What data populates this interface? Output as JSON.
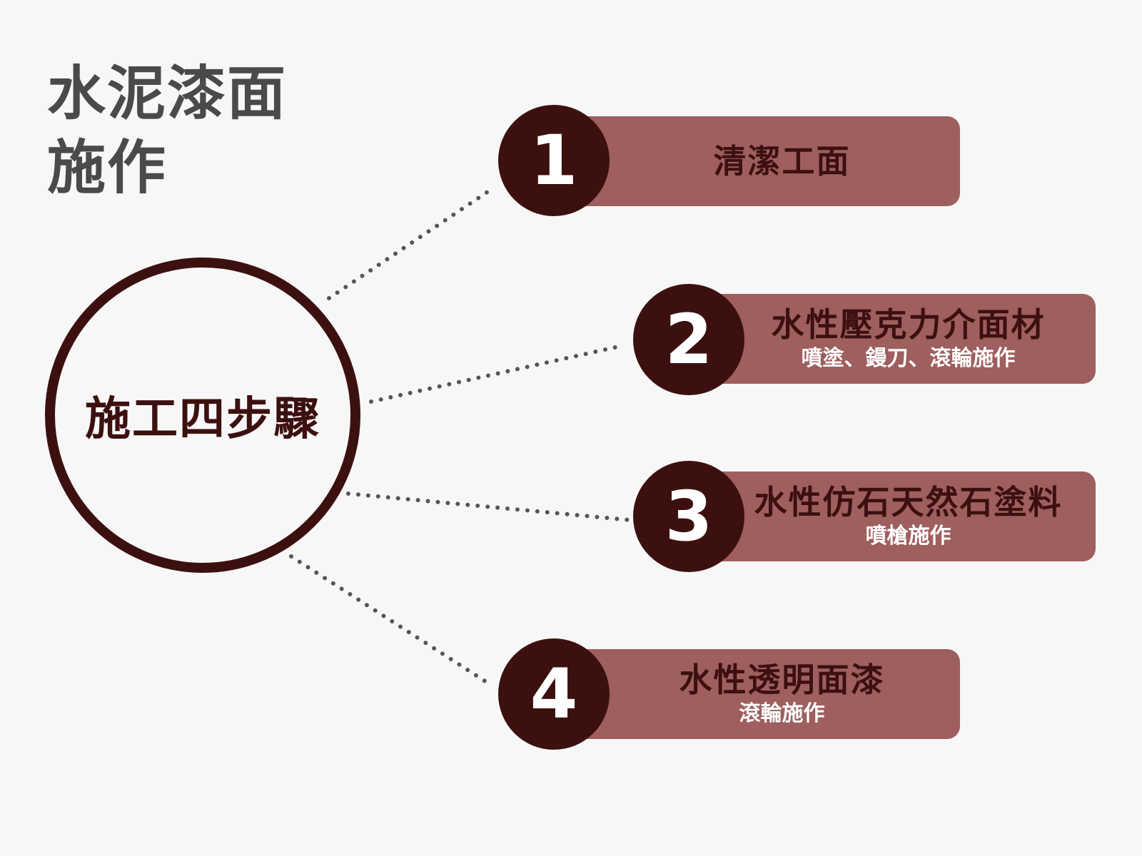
{
  "title": {
    "line1": "水泥漆面",
    "line2": "施作"
  },
  "hub": {
    "label": "施工四步驟"
  },
  "colors": {
    "background": "#f7f7f7",
    "dark": "#3d1010",
    "bar": "#9e5f5e",
    "title": "#4a4a4a",
    "dots": "#555555"
  },
  "steps": [
    {
      "number": "1",
      "title": "清潔工面",
      "subtitle": ""
    },
    {
      "number": "2",
      "title": "水性壓克力介面材",
      "subtitle": "噴塗、鏝刀、滾輪施作"
    },
    {
      "number": "3",
      "title": "水性仿石天然石塗料",
      "subtitle": "噴槍施作"
    },
    {
      "number": "4",
      "title": "水性透明面漆",
      "subtitle": "滾輪施作"
    }
  ]
}
